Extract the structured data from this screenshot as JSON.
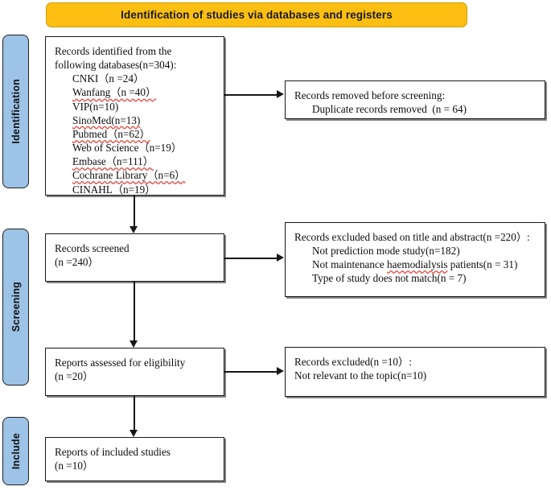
{
  "banner": {
    "title": "Identification of studies via databases and registers",
    "color": "#fcbf11"
  },
  "stages": {
    "accent_color": "#9dc3e6",
    "items": [
      {
        "id": "identification",
        "label": "Identification"
      },
      {
        "id": "screening",
        "label": "Screening"
      },
      {
        "id": "include",
        "label": "Include"
      }
    ]
  },
  "boxes": {
    "identified": {
      "line1": "Records identified from the",
      "line2": "following databases(n=304):",
      "sources": [
        {
          "name": "CNKI",
          "count": "CNKI（n =24）",
          "misspelled": false
        },
        {
          "name": "Wanfang",
          "count": "Wanfang（n =40）",
          "misspelled": true
        },
        {
          "name": "VIP",
          "count": "VIP(n=10)",
          "misspelled": false
        },
        {
          "name": "SinoMed",
          "count": "SinoMed(n=13)",
          "misspelled": true
        },
        {
          "name": "Pubmed",
          "count": "Pubmed（n=62）",
          "misspelled": true
        },
        {
          "name": "Web of Science",
          "count": "Web of Science（n=19）",
          "misspelled": false
        },
        {
          "name": "Embase",
          "count": "Embase（n=111）",
          "misspelled": true
        },
        {
          "name": "Cochrane Library",
          "count": "Cochrane Library（n=6）",
          "misspelled": true
        },
        {
          "name": "CINAHL",
          "count": "CINAHL（n=19）",
          "misspelled": false
        }
      ]
    },
    "removed": {
      "line1": "Records removed before screening:",
      "line2": "Duplicate records removed  (n = 64)"
    },
    "screened": {
      "line1": "Records screened",
      "line2": "(n =240）"
    },
    "excluded_title_abstract": {
      "line1": "Records excluded based on title and abstract(n =220）:",
      "line2": "Not prediction mode study(n=182)",
      "line3_a": "Not maintenance ",
      "line3_b": "haemodialysis",
      "line3_c": " patients(n = 31)",
      "line4": "Type of study does not match(n = 7)"
    },
    "eligible": {
      "line1": "Reports assessed for eligibility",
      "line2": "(n =20）"
    },
    "excluded_topic": {
      "line1": "Records excluded(n =10）:",
      "line2": "Not relevant to the topic(n=10)"
    },
    "included": {
      "line1": "Reports of included studies",
      "line2": "(n =10）"
    }
  }
}
